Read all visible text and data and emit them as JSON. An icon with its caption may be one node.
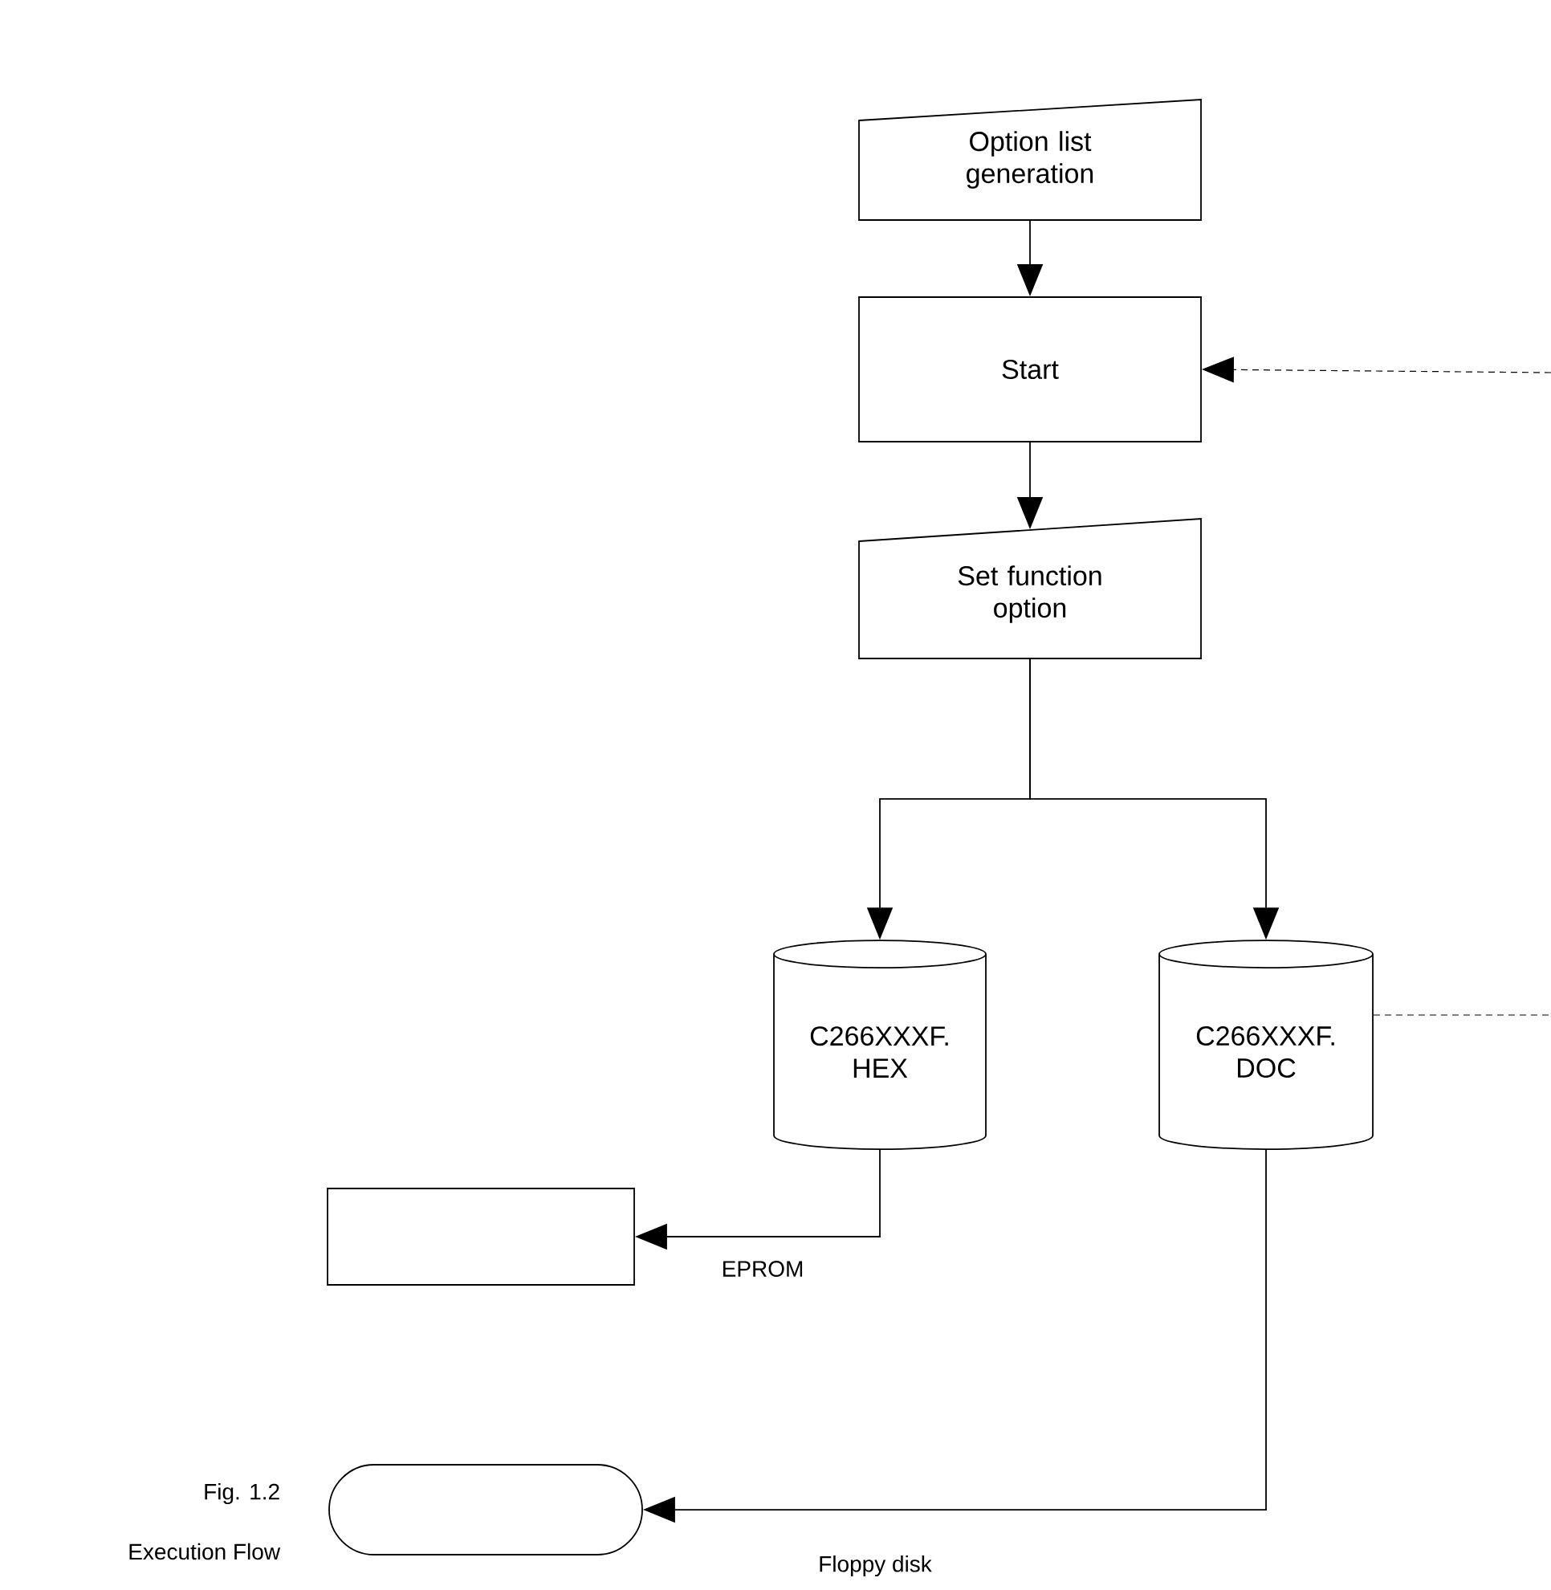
{
  "diagram": {
    "nodes": [
      {
        "text": [
          "Option list generation"
        ]
      },
      {
        "text": [
          "Start"
        ]
      },
      {
        "text": [
          "Set function option"
        ]
      },
      {
        "text": [
          "C266XXXF. HEX"
        ]
      },
      {
        "text": [
          "C266XXXF. DOC"
        ]
      },
      {
        "text": [],
        "shape": "box"
      },
      {
        "text": [],
        "shape": "oval"
      }
    ],
    "edges": [
      {
        "from": 0,
        "to": 1,
        "arrow": "to"
      },
      {
        "from": 1,
        "to": 2,
        "arrow": "to"
      },
      {
        "from": 2,
        "to": 3,
        "arrow": "to"
      },
      {
        "from": 2,
        "to": 4,
        "arrow": "to"
      },
      {
        "from": 3,
        "to": 5,
        "arrow": "to",
        "label": "EPROM"
      },
      {
        "from": 4,
        "to": 6,
        "arrow": "to",
        "label": "Floppy disk"
      },
      {
        "from": null,
        "to": 1,
        "arrow": "to",
        "style": "dashed"
      },
      {
        "from": 4,
        "to": null,
        "arrow": "none",
        "style": "dashed"
      }
    ],
    "labels": [
      "Fig. 1.2",
      "Execution Flow"
    ]
  }
}
